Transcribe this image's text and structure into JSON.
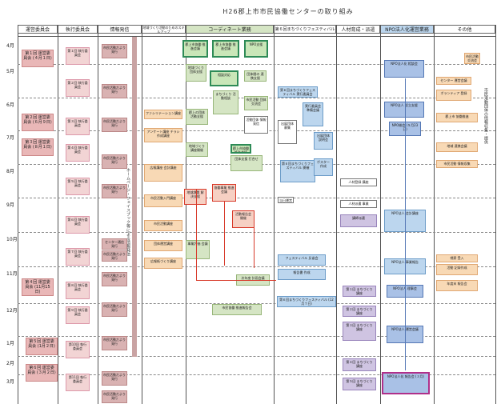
{
  "title": "H26郡上市市民協働センターの取り組み",
  "columns": [
    {
      "label": "運営委員会"
    },
    {
      "label": "執行委員会"
    },
    {
      "label": "情報発信"
    },
    {
      "label": "地域づくり活動のためのスキルアップ"
    },
    {
      "label": "コーディネート業務"
    },
    {
      "label": "第６回まちづくりフェスティバル"
    },
    {
      "label": "人材育成・派遣"
    },
    {
      "label": "NPO法人化運営業務"
    },
    {
      "label": "その他"
    }
  ],
  "months": [
    "4月",
    "5月",
    "6月",
    "7月",
    "8月",
    "9月",
    "10月",
    "11月",
    "12月",
    "1月",
    "2月",
    "3月"
  ],
  "boxes": {
    "unei": [
      "第１回 運営委員会 (４月１日)",
      "第２回 運営委員会 (６月９日)",
      "第３回 運営委員会 (８月１日)",
      "第４回 運営委員会 (11月15日)",
      "第５回 運営委員会 (1月２日)",
      "第６回 運営委員会 (３月２日)"
    ],
    "shikko": [
      "第１回 執行委員会",
      "第２回 執行委員会",
      "第３回 執行委員会",
      "第４回 執行委員会",
      "第５回 執行委員会",
      "第６回 執行委員会",
      "第７回 執行委員会",
      "第８回 執行委員会",
      "第９回 執行委員会",
      "第10回 執行委員会",
      "第11回 執行委員会"
    ],
    "joho": [
      "市民活動だより 発行",
      "市民活動だより 発行",
      "市民活動だより 発行",
      "市民活動だより 発行",
      "市民活動だより 発行",
      "センター通信 発行",
      "市民活動だより 発行",
      "市民活動だより 発行",
      "市民活動だより 発行",
      "市民活動だより 発行",
      "市民活動だより 発行",
      "市民活動だより 発行"
    ],
    "skill": [
      "ファシリテーション講座",
      "アンケート講座 チラシ作成講座",
      "広報講座 会計講座",
      "市民活動入門講座",
      "市民活動講座",
      "団体運営講座",
      "広報紙づくり講座"
    ],
    "coord": [
      "郡上市協働 推進会議",
      "郡上市協働 推進会議",
      "NPO支援",
      "地域づくり 団体支援",
      "相談対応",
      "団体間の 連携支援",
      "まちづくり 活動相談",
      "郡上の団体 活動支援",
      "市民活動 団体交流会",
      "活動団体 情報発信",
      "地域づくり 講座開催",
      "郡上市協働 推進会議",
      "団体支援 打合せ",
      "地域課題 解決支援",
      "協働事業 推進会議",
      "活動報告会 開催",
      "事業評価 会議",
      "次年度 計画会議",
      "市民協働 推進報告会"
    ],
    "fes": [
      "第６回まちづくりフェスティバル 実行委員会",
      "実行委員会 準備会議",
      "出展団体 募集",
      "第６回まちづくりフェスティバル 開催",
      "出展団体 説明会",
      "ポスター 作成",
      "当日運営 打合せ",
      "フェスティバル 反省会",
      "報告書 作成",
      "第６回まちづくりフェスティバル (12月７日)"
    ],
    "jinzai": [
      "人材登録 講座",
      "人材派遣 事業",
      "講師派遣",
      "第１回 まちづくり 講座",
      "第２回 まちづくり 講座",
      "第３回 まちづくり 講座",
      "第４回 まちづくり 講座",
      "第５回 まちづくり 講座"
    ],
    "npo": [
      "NPO法人化 相談会",
      "NPO法人 設立支援",
      "NPO総会 (５月23日)",
      "NPO法人 会計講座",
      "NPO法人 事業報告",
      "NPO法人 理事会",
      "NPO法人 運営会議",
      "NPO法人化 報告会 (３月)"
    ],
    "sonota": [
      "市民活動 交流会",
      "センター 運営会議",
      "ボランティア 登録",
      "郡上市 協働推進",
      "地域 連携会議",
      "市民活動 情報収集",
      "視察 受入",
      "活動 記録作成",
      "年度末 報告会"
    ]
  },
  "vertical": {
    "joho": "ホームページ・フェイスブック等による情報発信",
    "sonota": "市民活動団体の情報収集・提供"
  }
}
